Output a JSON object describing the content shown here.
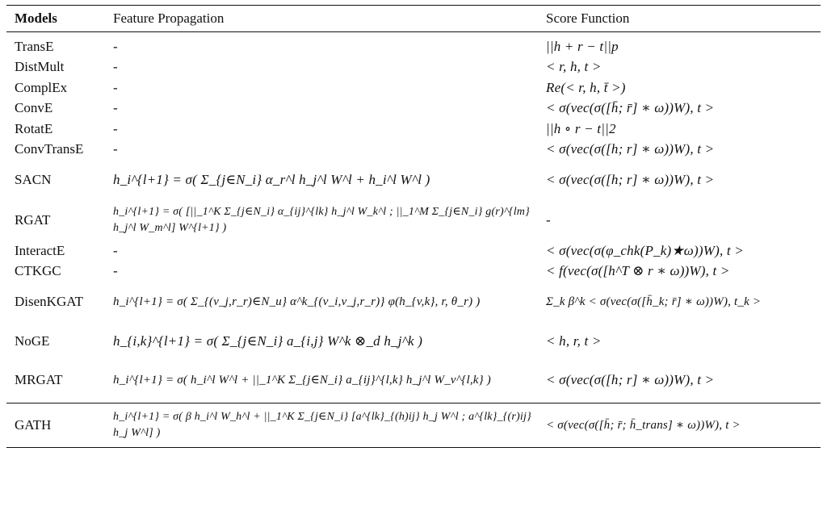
{
  "header": {
    "models": "Models",
    "feature_propagation": "Feature Propagation",
    "score_function": "Score Function"
  },
  "rows": [
    {
      "model": "TransE",
      "prop": "-",
      "score": "||h + r − t||p"
    },
    {
      "model": "DistMult",
      "prop": "-",
      "score": "< r, h, t >"
    },
    {
      "model": "ComplEx",
      "prop": "-",
      "score": "Re(< r, h, t̄ >)"
    },
    {
      "model": "ConvE",
      "prop": "-",
      "score": "< σ(vec(σ([h̄; r̄] ∗ ω))W), t >"
    },
    {
      "model": "RotatE",
      "prop": "-",
      "score": "||h ∘ r − t||2"
    },
    {
      "model": "ConvTransE",
      "prop": "-",
      "score": "< σ(vec(σ([h; r] ∗ ω))W), t >"
    },
    {
      "model": "SACN",
      "prop": "h_i^{l+1} = σ( Σ_{j∈N_i} α_r^l h_j^l W^l + h_i^l W^l )",
      "score": "< σ(vec(σ([h; r] ∗ ω))W), t >"
    },
    {
      "model": "RGAT",
      "prop": "h_i^{l+1} = σ( [||_1^K Σ_{j∈N_i} α_{ij}^{lk} h_j^l W_k^l ; ||_1^M Σ_{j∈N_i} g(r)^{lm} h_j^l W_m^l] W^{l+1} )",
      "score": "-"
    },
    {
      "model": "InteractE",
      "prop": "-",
      "score": "< σ(vec(σ(φ_chk(P_k)★ω))W), t >"
    },
    {
      "model": "CTKGC",
      "prop": "-",
      "score": "< f(vec(σ([h^T ⊗ r ∗ ω))W), t >"
    },
    {
      "model": "DisenKGAT",
      "prop": "h_i^{l+1} = σ( Σ_{(v_j,r_r)∈N_u} α^k_{(v_i,v_j,r_r)} φ(h_{v,k}, r, θ_r) )",
      "score": "Σ_k β^k < σ(vec(σ([h̄_k; r̄] ∗ ω))W), t_k >"
    },
    {
      "model": "NoGE",
      "prop": "h_{i,k}^{l+1} = σ( Σ_{j∈N_i} a_{i,j} W^k ⊗_d h_j^k )",
      "score": "< h, r, t >"
    },
    {
      "model": "MRGAT",
      "prop": "h_i^{l+1} = σ( h_i^l W^l + ||_1^K Σ_{j∈N_i} a_{ij}^{l,k} h_j^l W_v^{l,k} )",
      "score": "< σ(vec(σ([h; r] ∗ ω))W), t >"
    }
  ],
  "final_row": {
    "model": "GATH",
    "prop": "h_i^{l+1} = σ( β h_i^l W_h^l + ||_1^K Σ_{j∈N_i} [a^{lk}_{(h)ij} h_j W^l ; a^{lk}_{(r)ij} h_j W^l] )",
    "score": "< σ(vec(σ([h̄; r̄; h̄_trans] ∗ ω))W), t >"
  }
}
